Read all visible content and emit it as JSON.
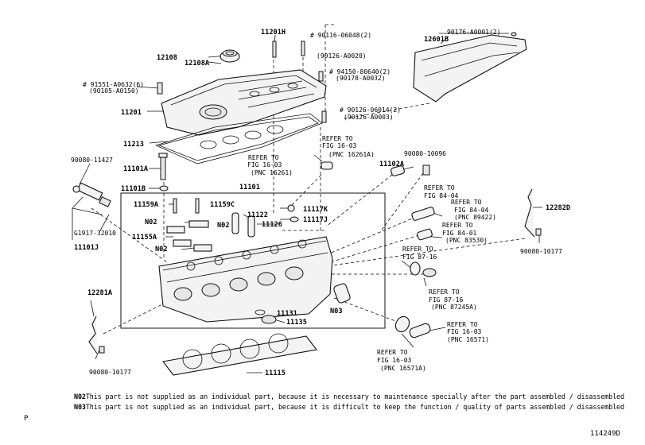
{
  "callouts": {
    "p11201H": "11201H",
    "p12108": "12108",
    "p12108A": "12108A",
    "b90116": "# 90116-06048(2)",
    "b90126_20": "(90126-A0020)",
    "b94150": "# 94150-80640(2)",
    "b90178": "(90178-A0032)",
    "b91551": "# 91551-A0632(6)",
    "b90105": "(90105-A0150)",
    "b90126_14": "# 90126-06014(2)",
    "b90126_03": "(90126-A0003)",
    "p11201": "11201",
    "p11213": "11213",
    "p90176": "90176-A0001(2)",
    "p12601B": "12601B",
    "ref1a": "REFER TO",
    "ref1b": "FIG 16-03",
    "ref1c": "(PNC 16261A)",
    "ref2a": "REFER TO",
    "ref2b": "FIG 16-03",
    "ref2c": "(PNC 16261)",
    "p90080_11427": "90080-11427",
    "p11101A": "11101A",
    "p11101B": "11101B",
    "p11101": "11101",
    "p90080_10096": "90080-10096",
    "p11102A": "11102A",
    "ref3a": "REFER TO",
    "ref3b": "FIG 84-04",
    "ref4a": "REFER TO",
    "ref4b": "FIG 84-04",
    "ref4c": "(PNC 89422)",
    "ref5a": "REFER TO",
    "ref5b": "FIG 84-01",
    "ref5c": "(PNC 83530)",
    "p11159A": "11159A",
    "p11159C": "11159C",
    "p11122": "11122",
    "p11117K": "11117K",
    "p11117J": "11117J",
    "p11126": "11126",
    "n02a": "N02",
    "n02b": "N02",
    "n02c": "N02",
    "p11155A": "11155A",
    "pG1917": "G1917-32010",
    "p11101J": "11101J",
    "p12282D": "12282D",
    "p90080_10177a": "90080-10177",
    "ref6a": "REFER TO",
    "ref6b": "FIG 87-16",
    "ref7a": "REFER TO",
    "ref7b": "FIG 87-16",
    "ref7c": "(PNC 87245A)",
    "p12281A": "12281A",
    "p11131": "11131",
    "p11135": "11135",
    "n03": "N03",
    "ref8a": "REFER TO",
    "ref8b": "FIG 16-03",
    "ref8c": "(PNC 16571)",
    "ref9a": "REFER TO",
    "ref9b": "FIG 16-03",
    "ref9c": "(PNC 16571A)",
    "p90080_10177b": "90080-10177",
    "p11115": "11115"
  },
  "notes": [
    {
      "code": "N02",
      "text": "This part is not supplied as an individual part, because it is necessary to maintenance specially after the part assembled / disassembled"
    },
    {
      "code": "N03",
      "text": "This part is not supplied as an individual part, because it is difficult to keep the function / quality of parts assembled / disassembled"
    }
  ],
  "footer": {
    "left": "P",
    "right": "114249D"
  }
}
